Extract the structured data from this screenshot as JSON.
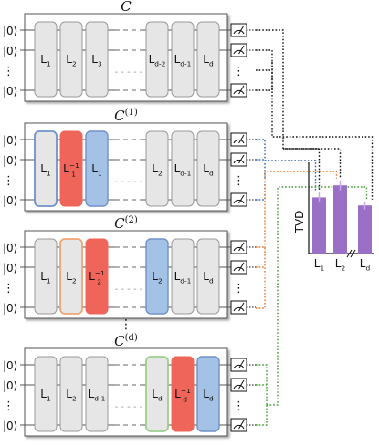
{
  "colors": {
    "gray_fill": "#e6e6e6",
    "gray_stroke": "#9a9a9a",
    "red_fill": "#f0655a",
    "blue_fill": "#a4c2e6",
    "blue_stroke": "#6f92c8",
    "orange_stroke": "#f0a572",
    "green_stroke": "#9cd08a",
    "purple_bar": "#9a6fc6",
    "wire_black": "#111111",
    "wire_blue": "#2f5fb0",
    "wire_orange": "#e8742a",
    "wire_green": "#3e9a2e"
  },
  "ket_labels": [
    "|0⟩",
    "|0⟩",
    "⋮",
    "|0⟩"
  ],
  "dashes": "- - - - -",
  "vdots": "⋮",
  "panels": [
    {
      "title_main": "C",
      "title_sup": "",
      "layers": [
        {
          "base": "L",
          "sub": "1",
          "sup": "",
          "kind": "gray"
        },
        {
          "base": "L",
          "sub": "2",
          "sup": "",
          "kind": "gray"
        },
        {
          "base": "L",
          "sub": "3",
          "sup": "",
          "kind": "gray"
        },
        {
          "base": "L",
          "sub": "d-2",
          "sup": "",
          "kind": "gray"
        },
        {
          "base": "L",
          "sub": "d-1",
          "sup": "",
          "kind": "gray"
        },
        {
          "base": "L",
          "sub": "d",
          "sup": "",
          "kind": "gray"
        }
      ]
    },
    {
      "title_main": "C",
      "title_sup": "(1)",
      "layers": [
        {
          "base": "L",
          "sub": "1",
          "sup": "",
          "kind": "gray-blue"
        },
        {
          "base": "L",
          "sub": "1",
          "sup": "−1",
          "kind": "red"
        },
        {
          "base": "L",
          "sub": "1",
          "sup": "",
          "kind": "blue"
        },
        {
          "base": "L",
          "sub": "2",
          "sup": "",
          "kind": "gray"
        },
        {
          "base": "L",
          "sub": "d-1",
          "sup": "",
          "kind": "gray"
        },
        {
          "base": "L",
          "sub": "d",
          "sup": "",
          "kind": "gray"
        }
      ]
    },
    {
      "title_main": "C",
      "title_sup": "(2)",
      "layers": [
        {
          "base": "L",
          "sub": "1",
          "sup": "",
          "kind": "gray"
        },
        {
          "base": "L",
          "sub": "2",
          "sup": "",
          "kind": "gray-orange"
        },
        {
          "base": "L",
          "sub": "2",
          "sup": "−1",
          "kind": "red"
        },
        {
          "base": "L",
          "sub": "2",
          "sup": "",
          "kind": "blue"
        },
        {
          "base": "L",
          "sub": "d-1",
          "sup": "",
          "kind": "gray"
        },
        {
          "base": "L",
          "sub": "d",
          "sup": "",
          "kind": "gray"
        }
      ]
    },
    {
      "title_main": "C",
      "title_sup": "(d)",
      "layers": [
        {
          "base": "L",
          "sub": "1",
          "sup": "",
          "kind": "gray"
        },
        {
          "base": "L",
          "sub": "2",
          "sup": "",
          "kind": "gray"
        },
        {
          "base": "L",
          "sub": "d-1",
          "sup": "",
          "kind": "gray"
        },
        {
          "base": "L",
          "sub": "d",
          "sup": "",
          "kind": "gray-green"
        },
        {
          "base": "L",
          "sub": "d",
          "sup": "−1",
          "kind": "red"
        },
        {
          "base": "L",
          "sub": "d",
          "sup": "",
          "kind": "blue"
        }
      ]
    }
  ],
  "chart_data": {
    "type": "bar",
    "ylabel": "TVD",
    "categories": [
      "L1",
      "L2",
      "Ld"
    ],
    "category_labels": [
      {
        "base": "L",
        "sub": "1"
      },
      {
        "base": "L",
        "sub": "2"
      },
      {
        "base": "L",
        "sub": "d"
      }
    ],
    "values": [
      0.56,
      0.68,
      0.48
    ],
    "errors": [
      0.05,
      0.05,
      0.04
    ],
    "ylim": [
      0,
      1
    ],
    "axis_break": "between L2 and Ld"
  }
}
